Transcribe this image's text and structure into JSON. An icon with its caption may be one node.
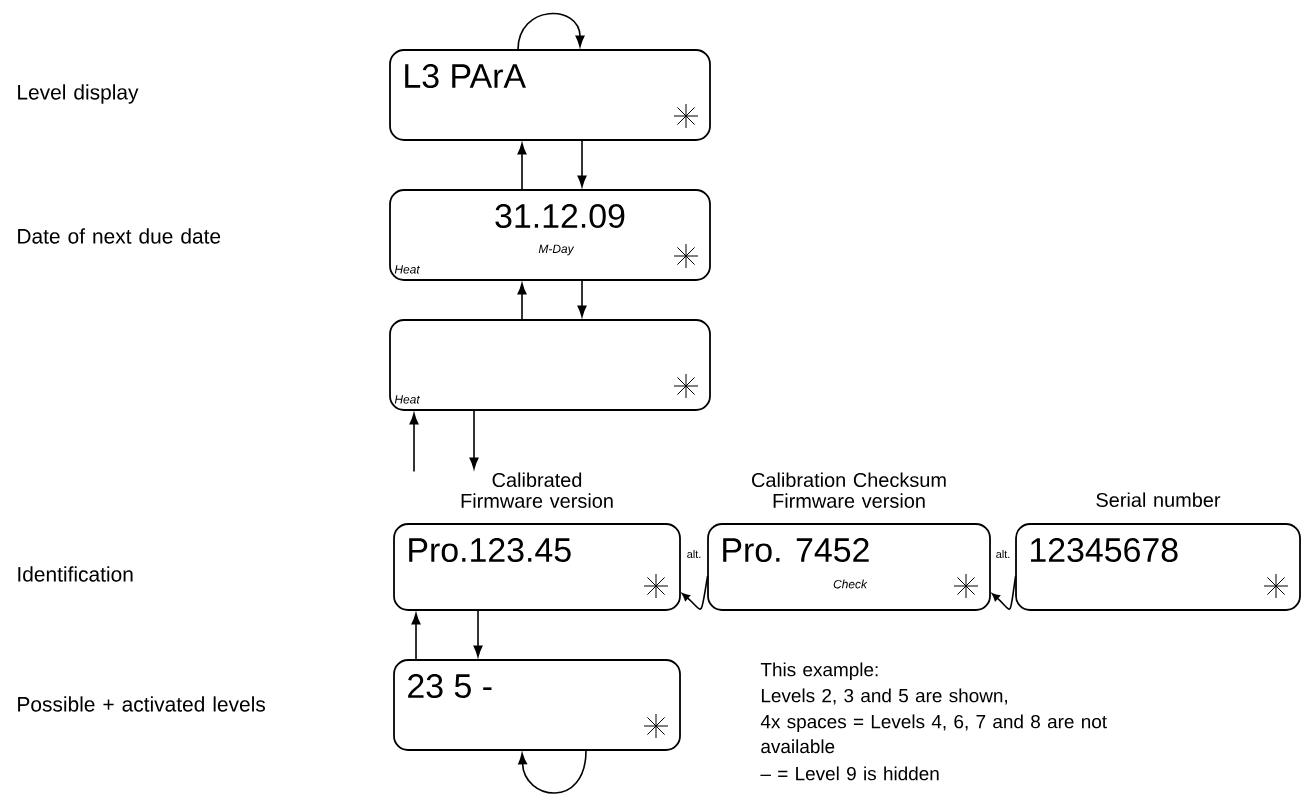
{
  "diagram": {
    "nodes": [
      {
        "text": [
          "L3 PArA"
        ]
      },
      {
        "text": [
          "31.12.09",
          "M-Day",
          "Heat"
        ]
      },
      {
        "text": [
          "Heat"
        ]
      },
      {
        "text": [
          "Calibrated Firmware version",
          "Pro.123.45"
        ]
      },
      {
        "text": [
          "Calibration Checksum Firmware version",
          "Pro. 7452",
          "Check"
        ]
      },
      {
        "text": [
          "Serial number",
          "12345678"
        ]
      },
      {
        "text": [
          "23 5 -"
        ]
      }
    ],
    "edges": [
      {
        "from": 0,
        "to": 0,
        "arrow": "to"
      },
      {
        "from": 1,
        "to": 0,
        "arrow": "to"
      },
      {
        "from": 0,
        "to": 1,
        "arrow": "to"
      },
      {
        "from": 2,
        "to": 1,
        "arrow": "to"
      },
      {
        "from": 1,
        "to": 2,
        "arrow": "to"
      },
      {
        "from": 3,
        "to": 2,
        "arrow": "to"
      },
      {
        "from": 2,
        "to": 3,
        "arrow": "to"
      },
      {
        "from": 4,
        "to": 3,
        "arrow": "to",
        "label": "alt."
      },
      {
        "from": 5,
        "to": 4,
        "arrow": "to",
        "label": "alt."
      },
      {
        "from": 6,
        "to": 3,
        "arrow": "to"
      },
      {
        "from": 3,
        "to": 6,
        "arrow": "to"
      },
      {
        "from": 6,
        "to": 6,
        "arrow": "to"
      }
    ],
    "labels": [
      "Level display",
      "Date of next due date",
      "Identification",
      "Possible + activated levels",
      "This example:",
      "Levels 2, 3 and 5 are shown,",
      "4x spaces = Levels 4, 6, 7 and 8 are not available",
      "– = Level 9 is hidden"
    ]
  }
}
